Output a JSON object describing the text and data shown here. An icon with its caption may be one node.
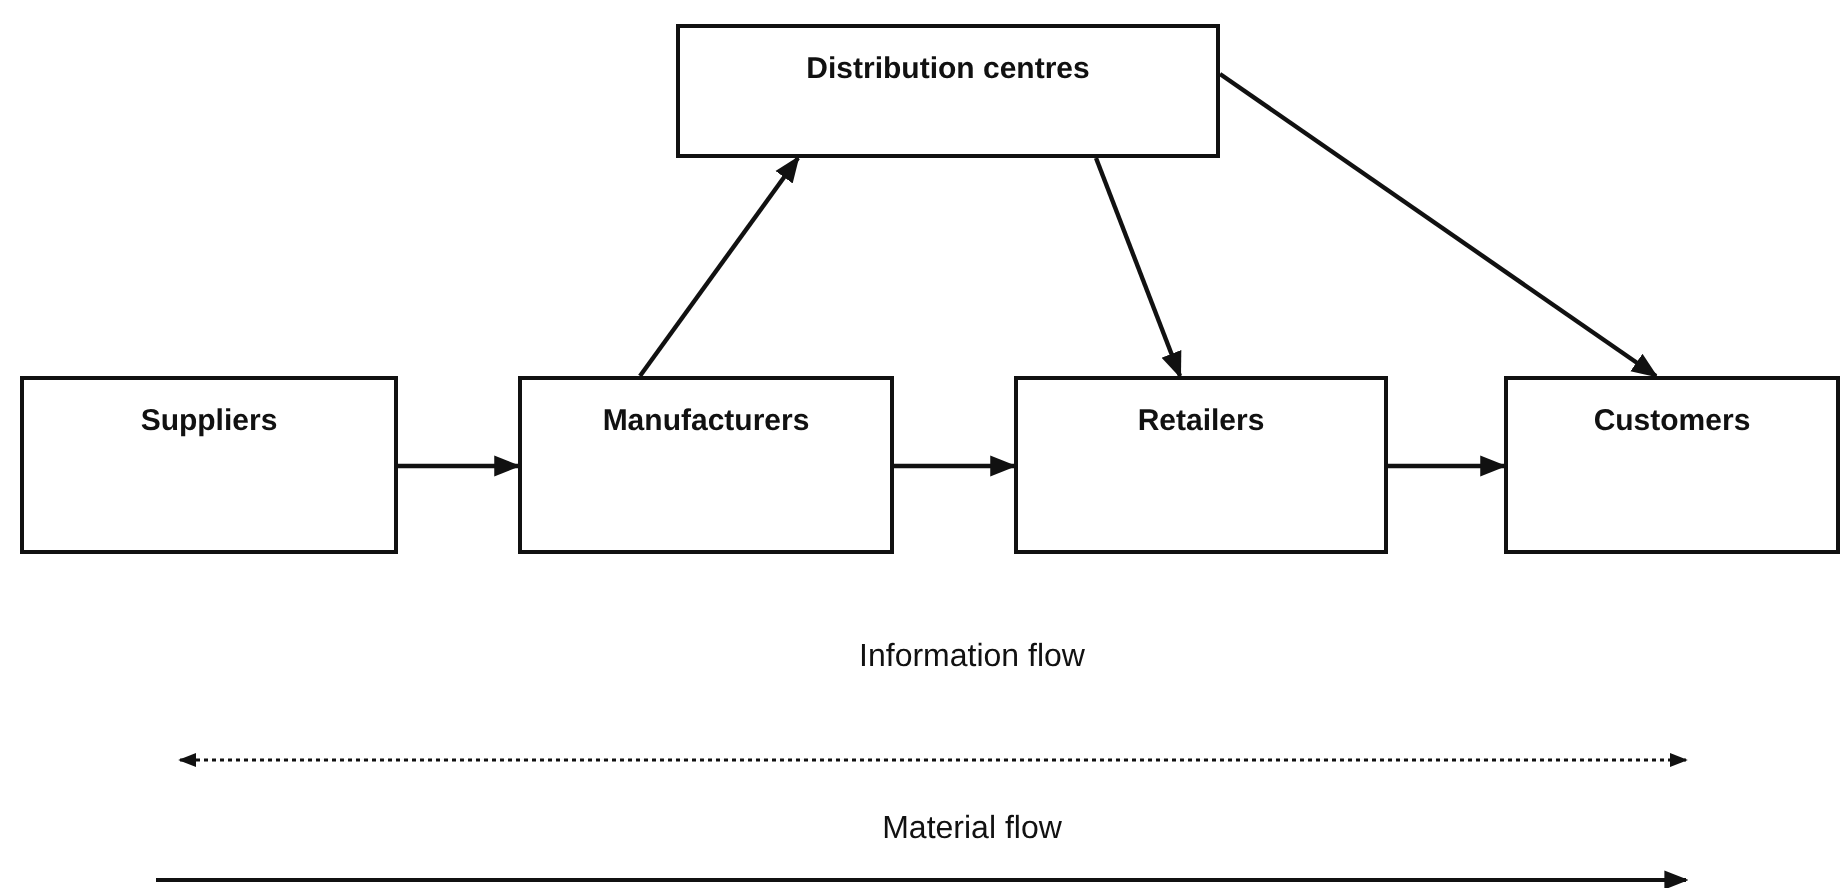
{
  "diagram": {
    "nodes": [
      {
        "text": [
          "Distribution centres"
        ]
      },
      {
        "text": [
          "Suppliers"
        ]
      },
      {
        "text": [
          "Manufacturers"
        ]
      },
      {
        "text": [
          "Retailers"
        ]
      },
      {
        "text": [
          "Customers"
        ]
      }
    ],
    "edges": [
      {
        "from": 1,
        "to": 2,
        "arrow": "to"
      },
      {
        "from": 2,
        "to": 3,
        "arrow": "to"
      },
      {
        "from": 3,
        "to": 4,
        "arrow": "to"
      },
      {
        "from": 2,
        "to": 0,
        "arrow": "to"
      },
      {
        "from": 0,
        "to": 3,
        "arrow": "to"
      },
      {
        "from": 0,
        "to": 4,
        "arrow": "to"
      }
    ],
    "labels": [
      "Information flow",
      "Material flow"
    ]
  }
}
